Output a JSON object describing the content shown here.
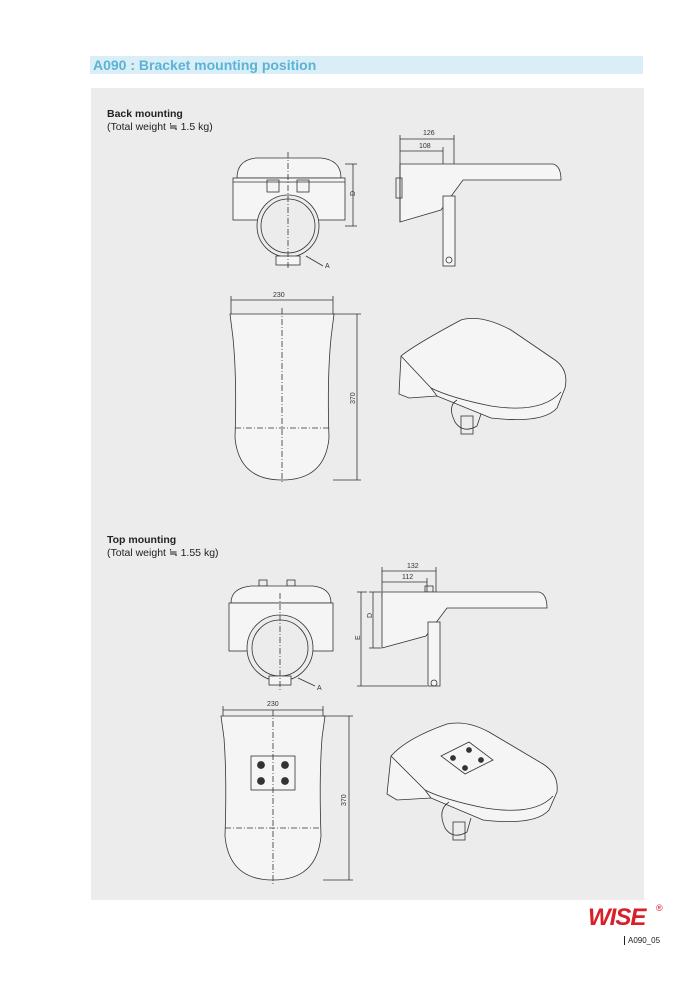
{
  "page": {
    "title": "A090 : Bracket mounting position",
    "page_code": "A090_05"
  },
  "back_mounting": {
    "heading": "Back mounting",
    "weight": "(Total weight ≒ 1.5 kg)",
    "dims": {
      "top_126": "126",
      "top_108": "108",
      "width_230": "230",
      "height_370": "370",
      "label_d": "D",
      "label_a": "A"
    }
  },
  "top_mounting": {
    "heading": "Top mounting",
    "weight": "(Total weight ≒ 1.55 kg)",
    "dims": {
      "top_132": "132",
      "top_112": "112",
      "width_230": "230",
      "height_370": "370",
      "label_d": "D",
      "label_e": "E",
      "label_a": "A"
    }
  },
  "brand": {
    "logo": "WISE",
    "reg": "®"
  }
}
